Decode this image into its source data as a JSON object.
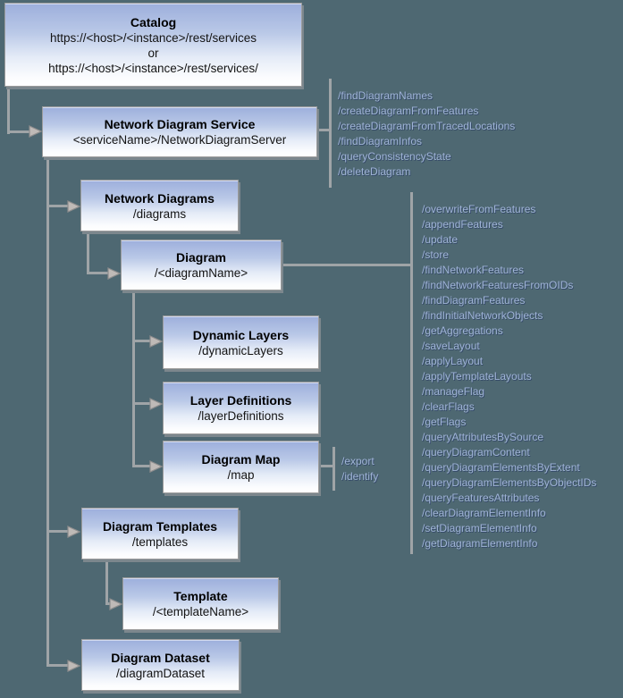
{
  "colors": {
    "background": "#4e6872",
    "node_gradient_top": "#9dafdc",
    "node_gradient_bottom": "#ffffff",
    "node_border": "#9c9c9c",
    "connector": "#9fa4a7",
    "operations_text": "#9fb3d6",
    "node_title_text": "#000000"
  },
  "nodes": {
    "catalog": {
      "title": "Catalog",
      "url1": "https://<host>/<instance>/rest/services",
      "or_label": "or",
      "url2": "https://<host>/<instance>/rest/services/"
    },
    "service": {
      "title": "Network Diagram Service",
      "subtitle": "<serviceName>/NetworkDiagramServer",
      "operations": [
        "/findDiagramNames",
        "/createDiagramFromFeatures",
        "/createDiagramFromTracedLocations",
        "/findDiagramInfos",
        "/queryConsistencyState",
        "/deleteDiagram"
      ]
    },
    "network_diagrams": {
      "title": "Network Diagrams",
      "subtitle": "/diagrams"
    },
    "diagram": {
      "title": "Diagram",
      "subtitle": "/<diagramName>",
      "operations": [
        "/overwriteFromFeatures",
        "/appendFeatures",
        "/update",
        "/store",
        "/findNetworkFeatures",
        "/findNetworkFeaturesFromOIDs",
        "/findDiagramFeatures",
        "/findInitialNetworkObjects",
        "/getAggregations",
        "/saveLayout",
        "/applyLayout",
        "/applyTemplateLayouts",
        "/manageFlag",
        "/clearFlags",
        "/getFlags",
        "/queryAttributesBySource",
        "/queryDiagramContent",
        "/queryDiagramElementsByExtent",
        "/queryDiagramElementsByObjectIDs",
        "/queryFeaturesAttributes",
        "/clearDiagramElementInfo",
        "/setDiagramElementInfo",
        "/getDiagramElementInfo"
      ]
    },
    "dynamic_layers": {
      "title": "Dynamic Layers",
      "subtitle": "/dynamicLayers"
    },
    "layer_definitions": {
      "title": "Layer Definitions",
      "subtitle": "/layerDefinitions"
    },
    "diagram_map": {
      "title": "Diagram Map",
      "subtitle": "/map",
      "operations": [
        "/export",
        "/identify"
      ]
    },
    "diagram_templates": {
      "title": "Diagram Templates",
      "subtitle": "/templates"
    },
    "template": {
      "title": "Template",
      "subtitle": "/<templateName>"
    },
    "diagram_dataset": {
      "title": "Diagram Dataset",
      "subtitle": "/diagramDataset"
    }
  }
}
